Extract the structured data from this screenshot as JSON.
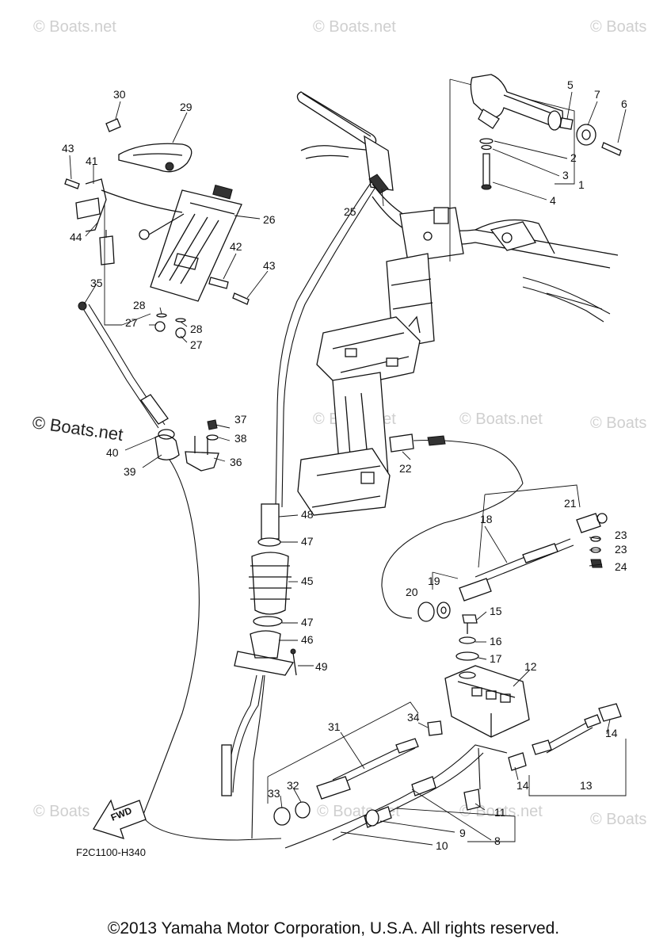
{
  "watermarks": [
    "© Boats.net",
    "© Boats.net",
    "© Boats",
    "© Boats.net",
    "© Boats.net",
    "© Boats",
    "© Boats",
    "© Boats.net",
    "© Boats.net",
    "© Boats"
  ],
  "watermark_prominent": "© Boats.net",
  "diagram_code": "F2C1100-H340",
  "fwd_label": "FWD",
  "callouts": [
    "30",
    "29",
    "43",
    "41",
    "44",
    "26",
    "42",
    "43",
    "35",
    "28",
    "27",
    "28",
    "27",
    "37",
    "38",
    "36",
    "40",
    "39",
    "25",
    "5",
    "7",
    "6",
    "2",
    "3",
    "4",
    "1",
    "22",
    "48",
    "47",
    "45",
    "47",
    "46",
    "49",
    "21",
    "18",
    "23",
    "23",
    "24",
    "19",
    "20",
    "15",
    "16",
    "17",
    "12",
    "34",
    "31",
    "14",
    "32",
    "33",
    "14",
    "13",
    "11",
    "9",
    "8",
    "10"
  ],
  "copyright": "©2013 Yamaha Motor Corporation, U.S.A. All rights reserved."
}
